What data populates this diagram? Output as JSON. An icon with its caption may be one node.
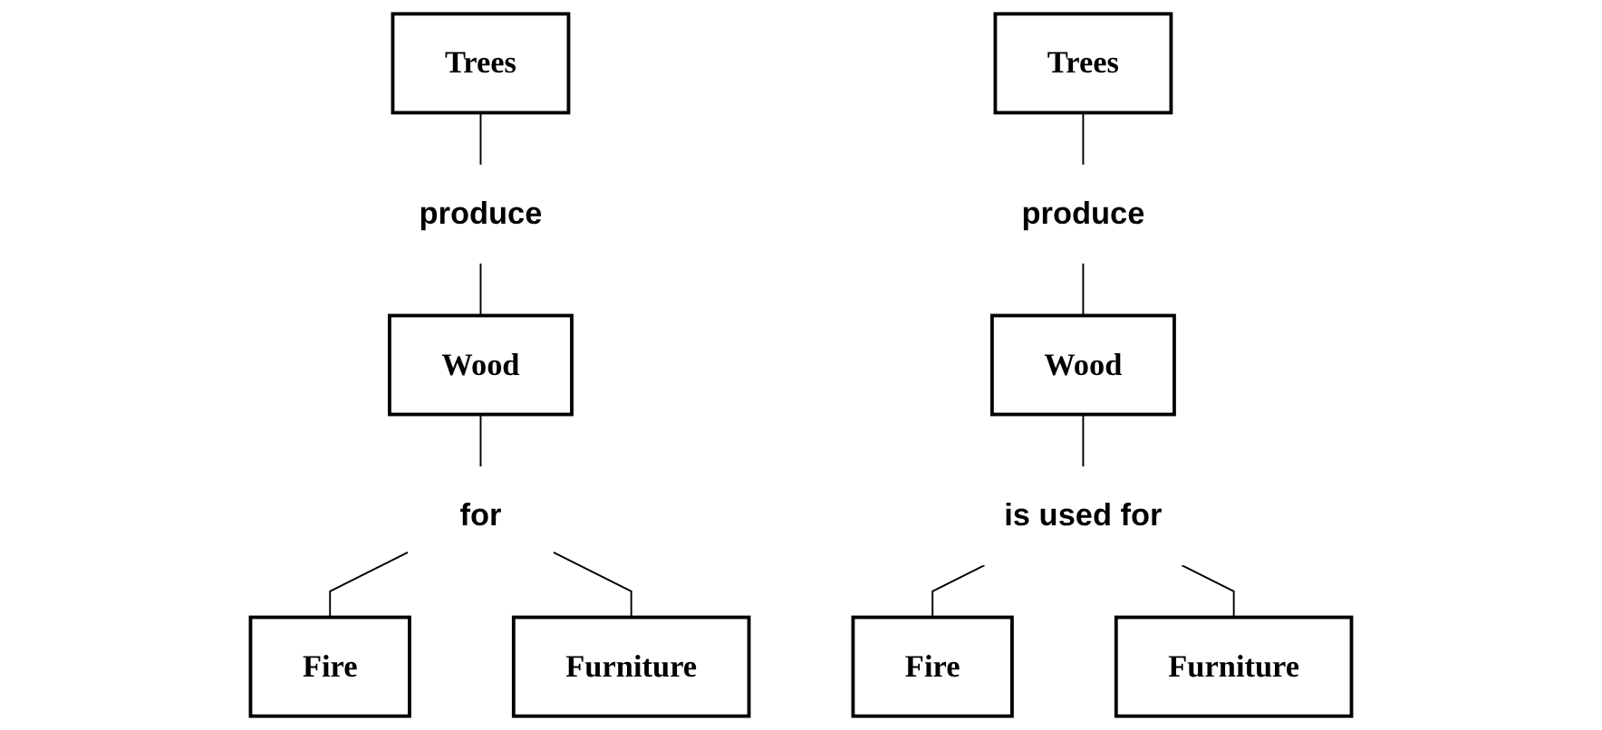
{
  "diagram": {
    "nodes": [
      {
        "text": [
          "Trees"
        ]
      },
      {
        "text": [
          "produce"
        ]
      },
      {
        "text": [
          "Wood"
        ]
      },
      {
        "text": [
          "for"
        ]
      },
      {
        "text": [
          "Fire"
        ]
      },
      {
        "text": [
          "Furniture"
        ]
      },
      {
        "text": [
          "Trees"
        ]
      },
      {
        "text": [
          "produce"
        ]
      },
      {
        "text": [
          "Wood"
        ]
      },
      {
        "text": [
          "is used for"
        ]
      },
      {
        "text": [
          "Fire"
        ]
      },
      {
        "text": [
          "Furniture"
        ]
      }
    ],
    "edges": [
      {
        "from": 0,
        "to": 1,
        "arrow": "none"
      },
      {
        "from": 1,
        "to": 2,
        "arrow": "none"
      },
      {
        "from": 2,
        "to": 3,
        "arrow": "none"
      },
      {
        "from": 3,
        "to": 4,
        "arrow": "none"
      },
      {
        "from": 3,
        "to": 5,
        "arrow": "none"
      },
      {
        "from": 6,
        "to": 7,
        "arrow": "none"
      },
      {
        "from": 7,
        "to": 8,
        "arrow": "none"
      },
      {
        "from": 8,
        "to": 9,
        "arrow": "none"
      },
      {
        "from": 9,
        "to": 10,
        "arrow": "none"
      },
      {
        "from": 9,
        "to": 11,
        "arrow": "none"
      }
    ]
  }
}
